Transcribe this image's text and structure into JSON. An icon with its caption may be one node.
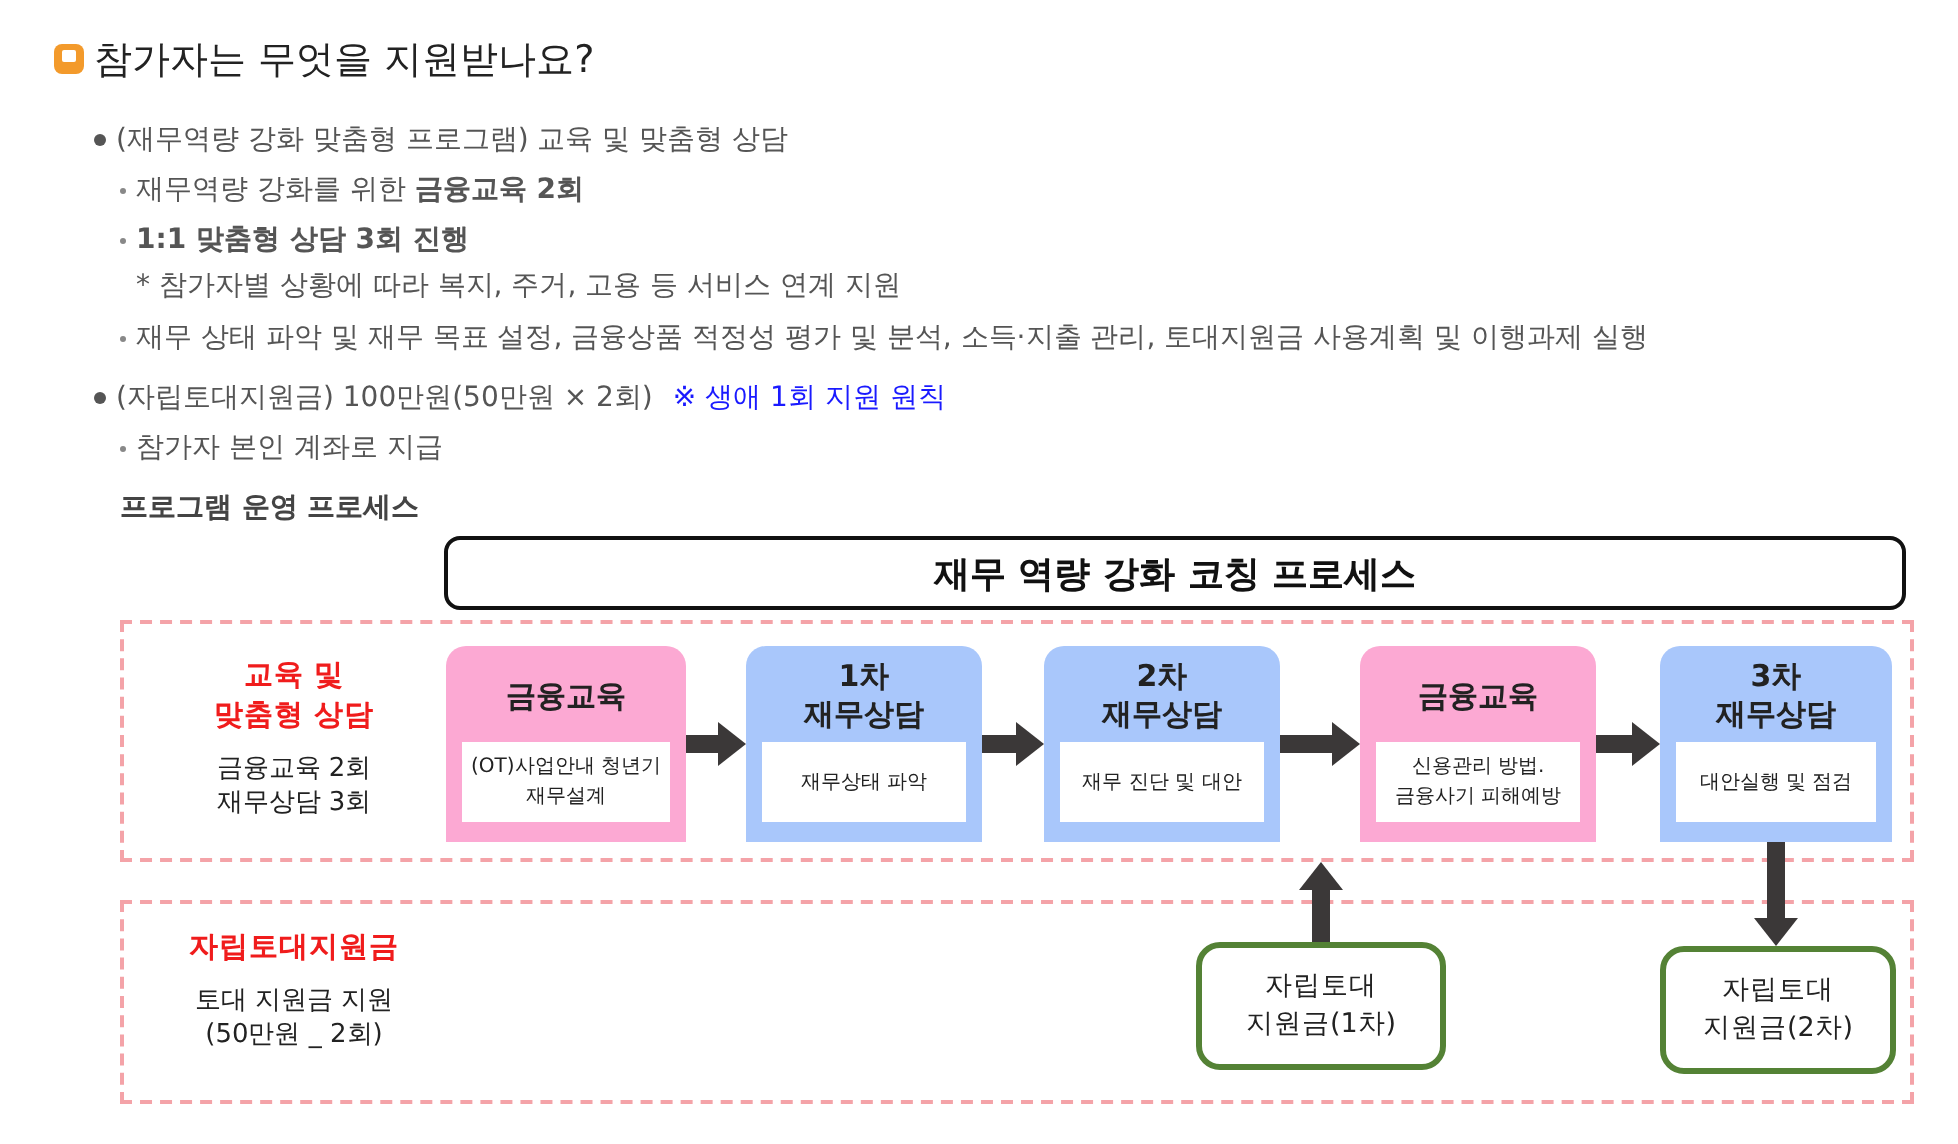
{
  "diagram": {
    "title": "참가자는 무엇을 지원받나요?",
    "nodes": [
      {
        "text": [
          "재무 역량 강화 코칭 프로세스"
        ]
      },
      {
        "text": [
          "교육 및 맞춤형 상담",
          "금융교육 2회 재무상담 3회"
        ]
      },
      {
        "text": [
          "금융교육",
          "(OT)사업안내 청년기 재무설계"
        ],
        "in": 1
      },
      {
        "text": [
          "1차 재무상담",
          "재무상태  파악"
        ],
        "in": 1
      },
      {
        "text": [
          "2차 재무상담",
          "재무 진단 및 대안"
        ],
        "in": 1
      },
      {
        "text": [
          "금융교육",
          "신용관리 방법. 금융사기 피해예방"
        ],
        "in": 1
      },
      {
        "text": [
          "3차 재무상담",
          "대안실행 및 점검"
        ],
        "in": 1
      },
      {
        "text": [
          "자립토대지원금",
          "토대 지원금 지원 (50만원 _ 2회)"
        ]
      },
      {
        "text": [
          "자립토대 지원금(1차)"
        ],
        "in": 7
      },
      {
        "text": [
          "자립토대 지원금(2차)"
        ],
        "in": 7
      }
    ],
    "edges": [
      {
        "from": 2,
        "to": 3,
        "arrow": "to"
      },
      {
        "from": 3,
        "to": 4,
        "arrow": "to"
      },
      {
        "from": 4,
        "to": 5,
        "arrow": "to"
      },
      {
        "from": 5,
        "to": 6,
        "arrow": "to"
      },
      {
        "from": 8,
        "to": 1,
        "arrow": "to"
      },
      {
        "from": 6,
        "to": 9,
        "arrow": "to"
      }
    ],
    "labels": [
      "(재무역량 강화 맞춤형 프로그램) 교육 및 맞춤형 상담",
      "재무역량 강화를 위한 **금융교육 2회**",
      "1:1 맞춤형 상담 3회 진행",
      "* 참가자별 상황에 따라 복지, 주거, 고용 등 서비스 연계 지원",
      "재무 상태 파악 및 재무 목표 설정, 금융상품 적정성 평가 및 분석, 소득·지출 관리, 토대지원금 사용계획 및 이행과제 실행",
      "(자립토대지원금) 100만원(50만원 × 2회)",
      "※ 생애 1회 지원 원칙",
      "참가자 본인 계좌로 지급",
      "프로그램 운영 프로세스"
    ]
  }
}
